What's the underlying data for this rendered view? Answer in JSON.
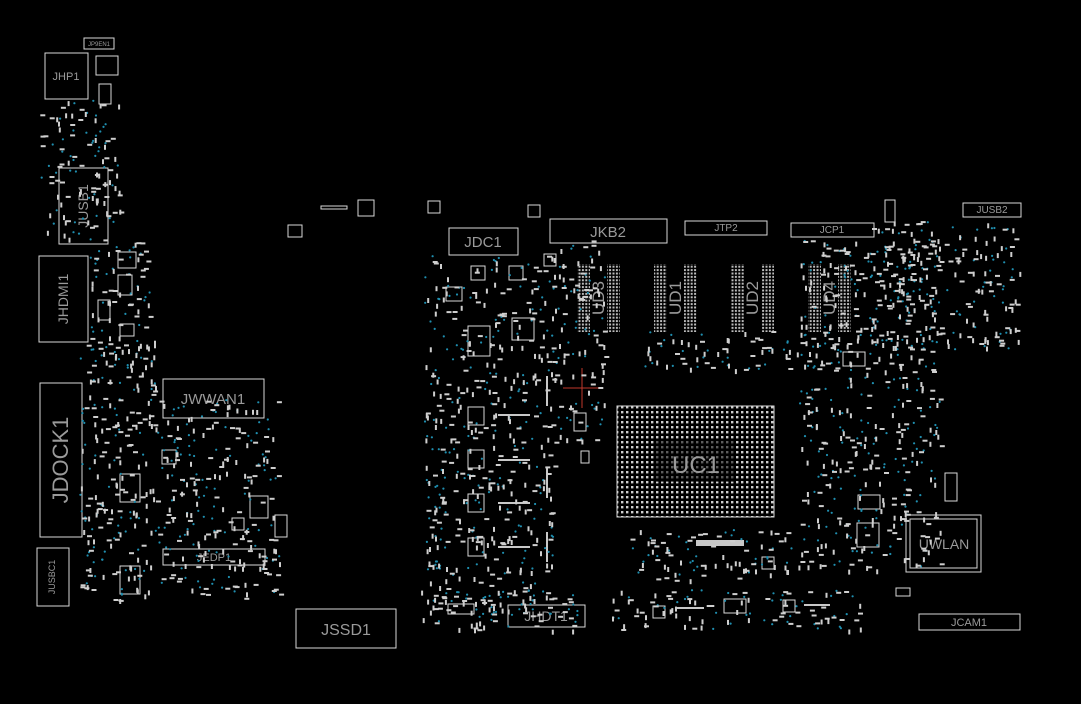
{
  "components": {
    "JP9EN1": "JP9EN1",
    "JHP1": "JHP1",
    "JUSB1": "JUSB1",
    "JHDMI1": "JHDMI1",
    "JDOCK1": "JDOCK1",
    "JUSBC1": "JUSBC1",
    "JWWAN1": "JWWAN1",
    "JEDP1": "JEDP1",
    "JSSD1": "JSSD1",
    "JHDT1": "JHDT1",
    "JDC1": "JDC1",
    "JKB2": "JKB2",
    "JTP2": "JTP2",
    "JCP1": "JCP1",
    "JUSB2": "JUSB2",
    "UD3": "UD3",
    "UD1": "UD1",
    "UD2": "UD2",
    "UD4": "UD4",
    "UC1": "UC1",
    "UWLAN": "UWLAN",
    "JCAM1": "JCAM1"
  },
  "colors": {
    "background": "#000000",
    "outline": "#d9d9d9",
    "label": "#9a9a9a",
    "via": "#1f8fb0",
    "cursor": "#c0392b"
  }
}
